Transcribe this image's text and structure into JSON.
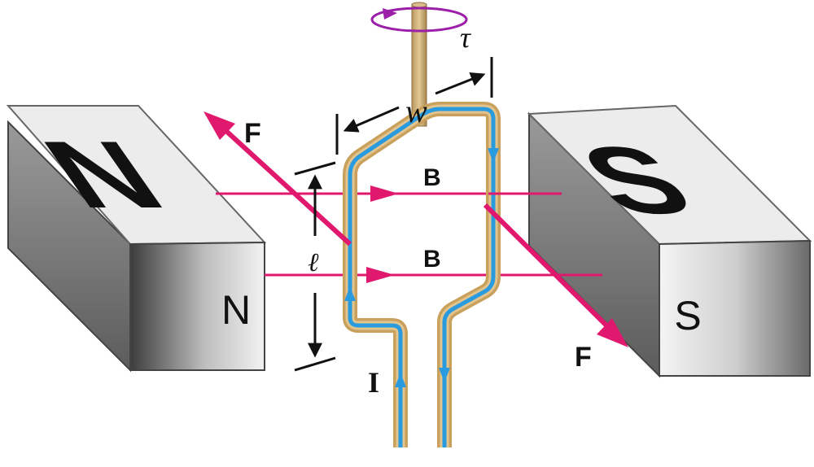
{
  "diagram": {
    "north_magnet": {
      "top_label": "N",
      "face_label": "N"
    },
    "south_magnet": {
      "top_label": "S",
      "face_label": "S"
    },
    "labels": {
      "torque": "τ",
      "width": "w",
      "length": "ℓ",
      "field_top": "B",
      "field_bottom": "B",
      "force_left": "F",
      "force_right": "F",
      "current": "I"
    },
    "colors": {
      "field": "#e0186e",
      "force": "#e0186e",
      "current": "#2b9be0",
      "wire": "#c9a05c",
      "shaft": "#c9a877",
      "torque_loop": "#9b1fa8",
      "magnet_top": "#eaeaea",
      "magnet_side": "#8a8a8a"
    }
  }
}
